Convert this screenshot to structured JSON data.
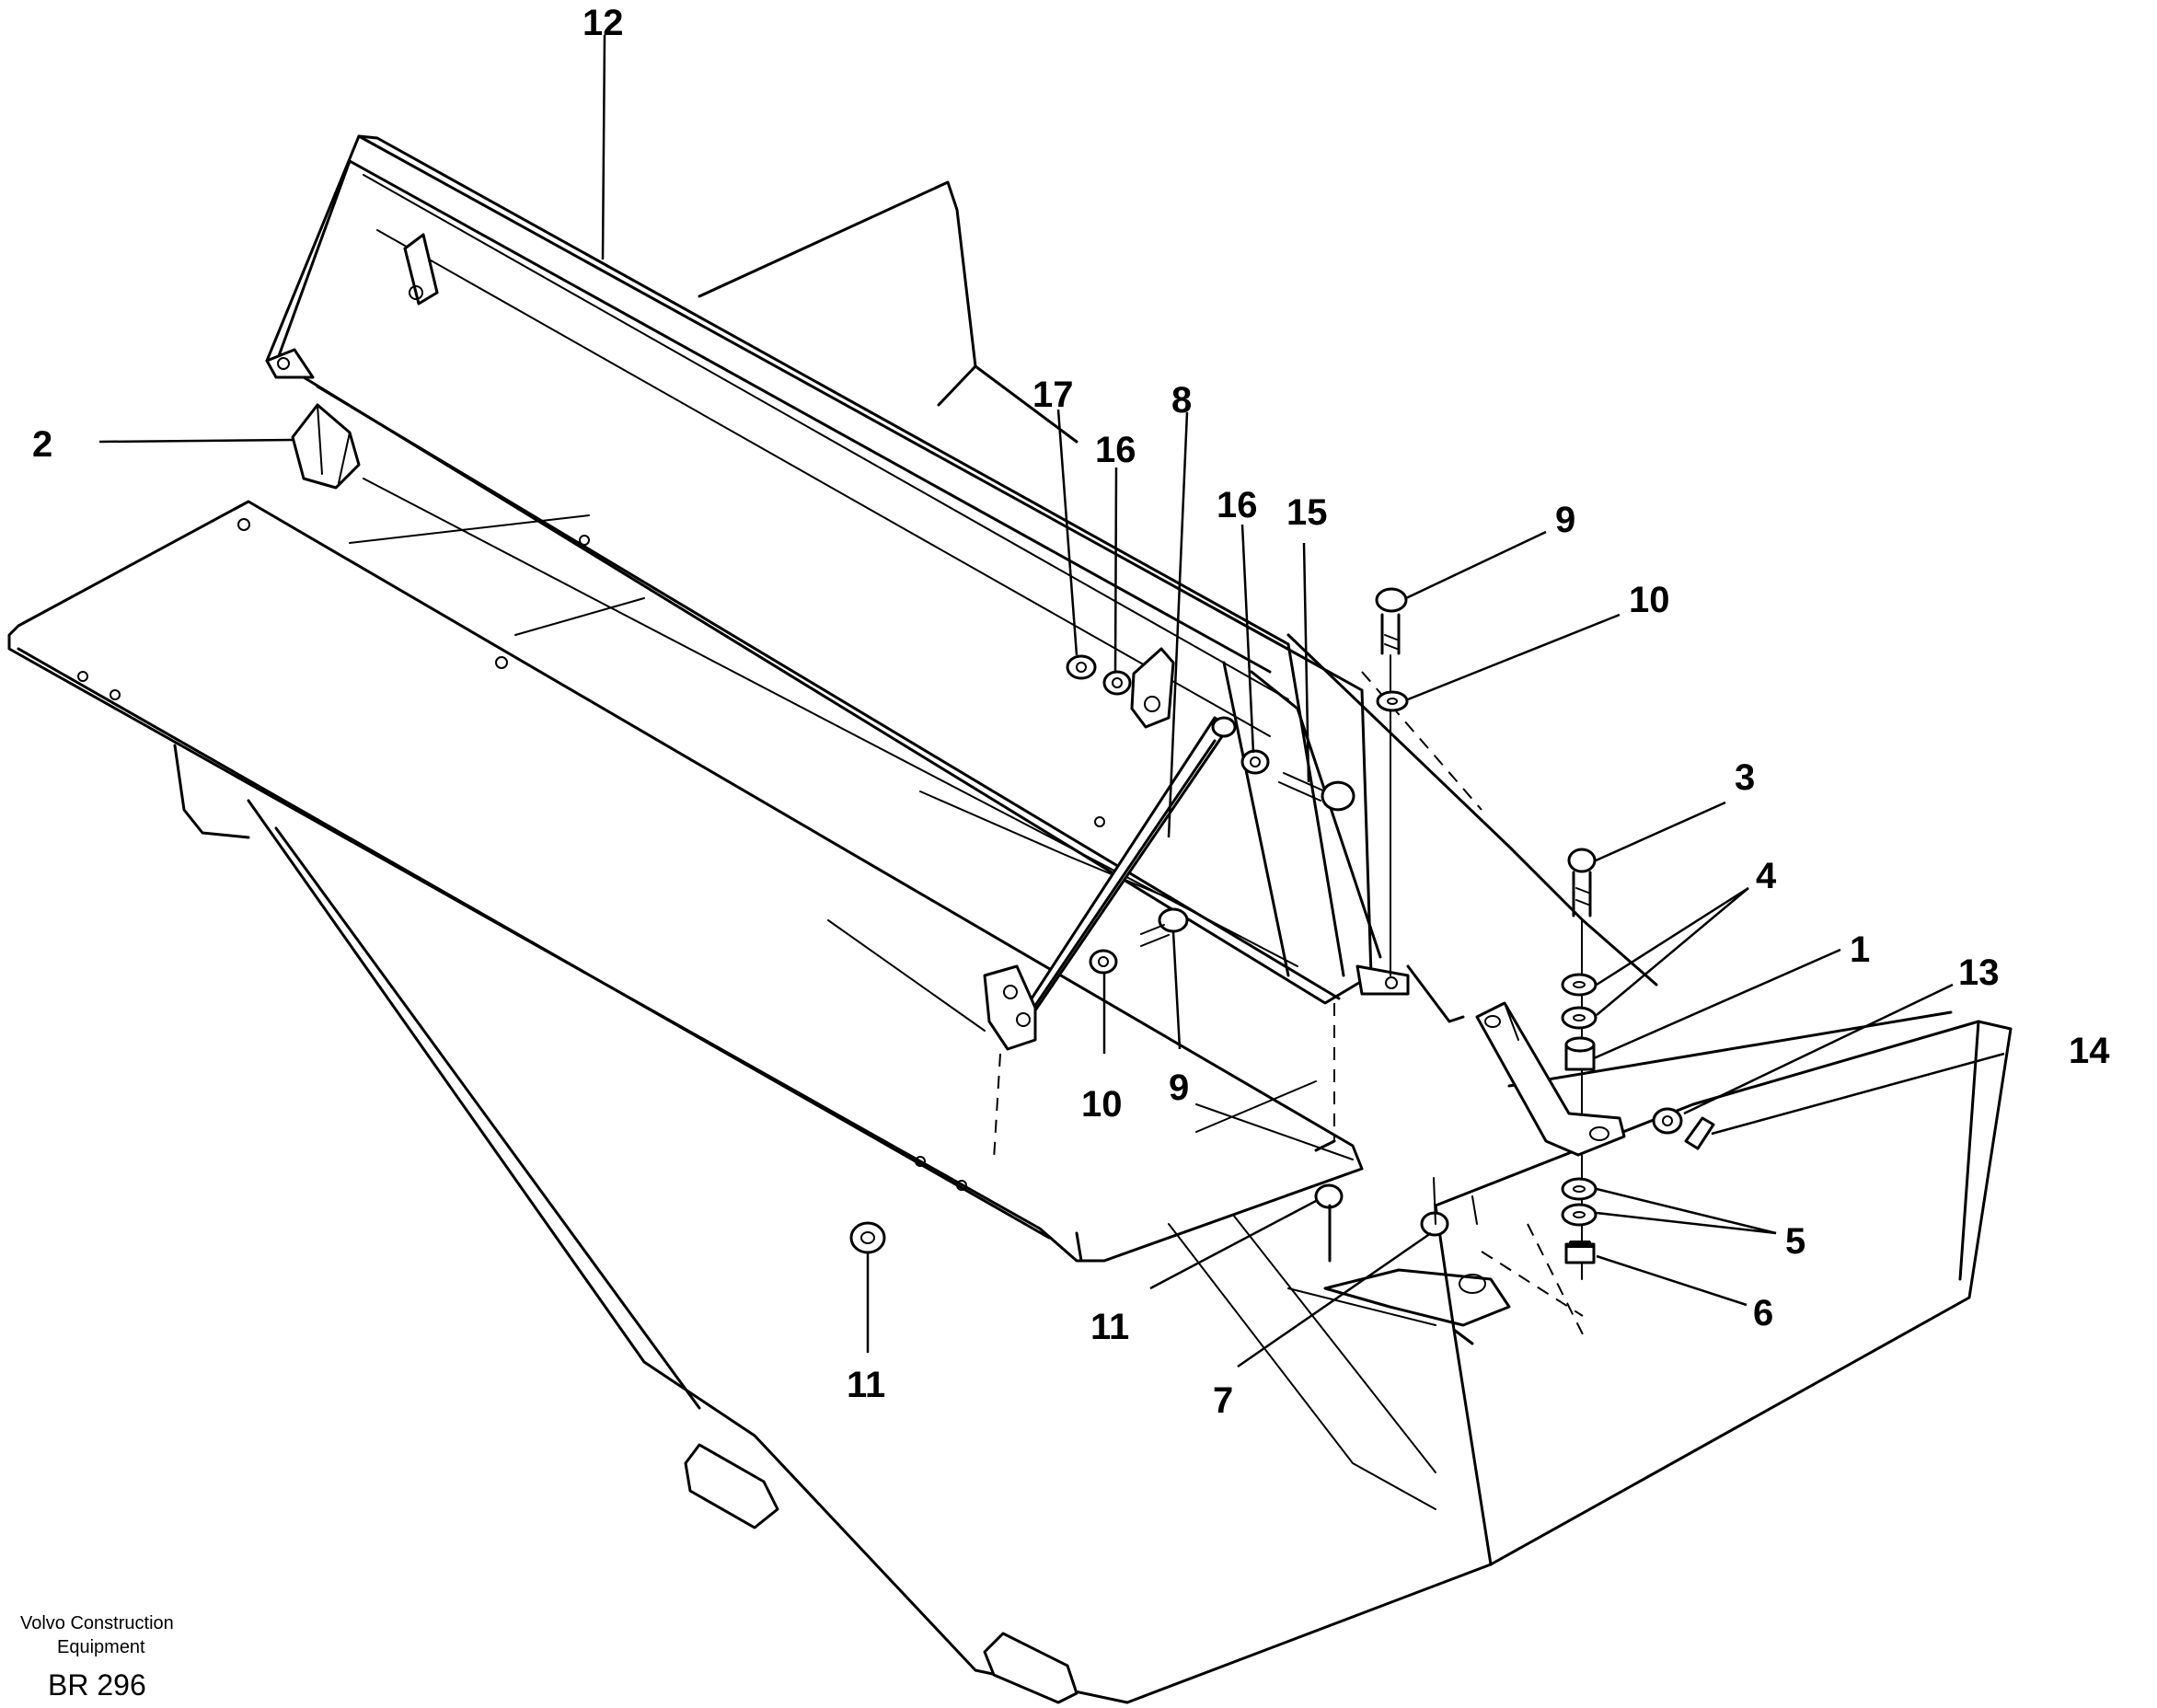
{
  "callouts": [
    {
      "id": "c12",
      "label": "12"
    },
    {
      "id": "c2",
      "label": "2"
    },
    {
      "id": "c17",
      "label": "17"
    },
    {
      "id": "c16a",
      "label": "16"
    },
    {
      "id": "c8",
      "label": "8"
    },
    {
      "id": "c16b",
      "label": "16"
    },
    {
      "id": "c15",
      "label": "15"
    },
    {
      "id": "c9a",
      "label": "9"
    },
    {
      "id": "c10a",
      "label": "10"
    },
    {
      "id": "c3",
      "label": "3"
    },
    {
      "id": "c4",
      "label": "4"
    },
    {
      "id": "c1",
      "label": "1"
    },
    {
      "id": "c13",
      "label": "13"
    },
    {
      "id": "c14",
      "label": "14"
    },
    {
      "id": "c10b",
      "label": "10"
    },
    {
      "id": "c9b",
      "label": "9"
    },
    {
      "id": "c5",
      "label": "5"
    },
    {
      "id": "c6",
      "label": "6"
    },
    {
      "id": "c11a",
      "label": "11"
    },
    {
      "id": "c11b",
      "label": "11"
    },
    {
      "id": "c7",
      "label": "7"
    }
  ],
  "footer": {
    "company_line1": "Volvo Construction",
    "company_line2": "Equipment",
    "code": "BR 296"
  }
}
